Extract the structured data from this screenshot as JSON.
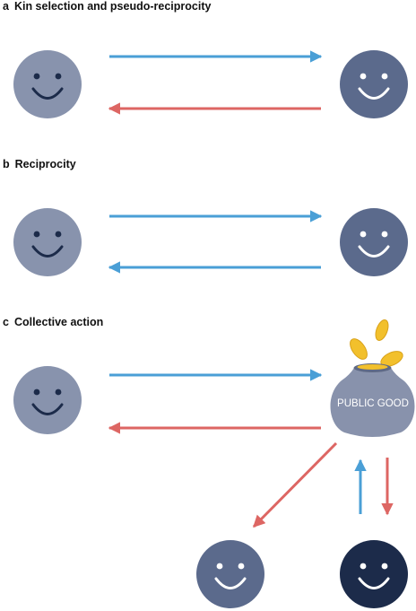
{
  "panels": [
    {
      "letter": "a",
      "title": "Kin selection and pseudo-reciprocity"
    },
    {
      "letter": "b",
      "title": "Reciprocity"
    },
    {
      "letter": "c",
      "title": "Collective action"
    }
  ],
  "pot_label": "PUBLIC GOOD",
  "colors": {
    "blue_arrow": "#4a9fd6",
    "red_arrow": "#dd6663",
    "face_light": "#8893ad",
    "face_mid": "#5b6a8c",
    "face_dark": "#1c2b4a",
    "pot": "#8892ac",
    "coin": "#f2c02c"
  }
}
